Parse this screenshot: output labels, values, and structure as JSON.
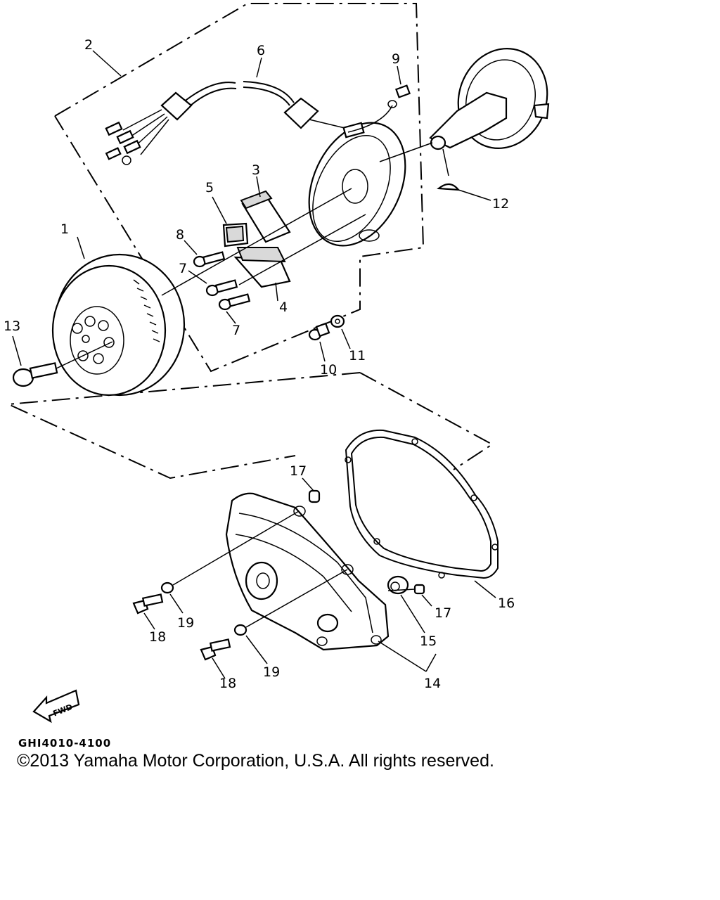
{
  "diagram": {
    "code": "GHI4010-4100",
    "copyright": "©2013 Yamaha Motor Corporation, U.S.A. All rights reserved.",
    "fwd_label": "FWD",
    "callouts": {
      "c1": "1",
      "c2": "2",
      "c3": "3",
      "c4": "4",
      "c5": "5",
      "c6": "6",
      "c7a": "7",
      "c7b": "7",
      "c8": "8",
      "c9": "9",
      "c10": "10",
      "c11": "11",
      "c12": "12",
      "c13": "13",
      "c14": "14",
      "c15": "15",
      "c16": "16",
      "c17a": "17",
      "c17b": "17",
      "c18a": "18",
      "c18b": "18",
      "c19a": "19",
      "c19b": "19"
    }
  }
}
